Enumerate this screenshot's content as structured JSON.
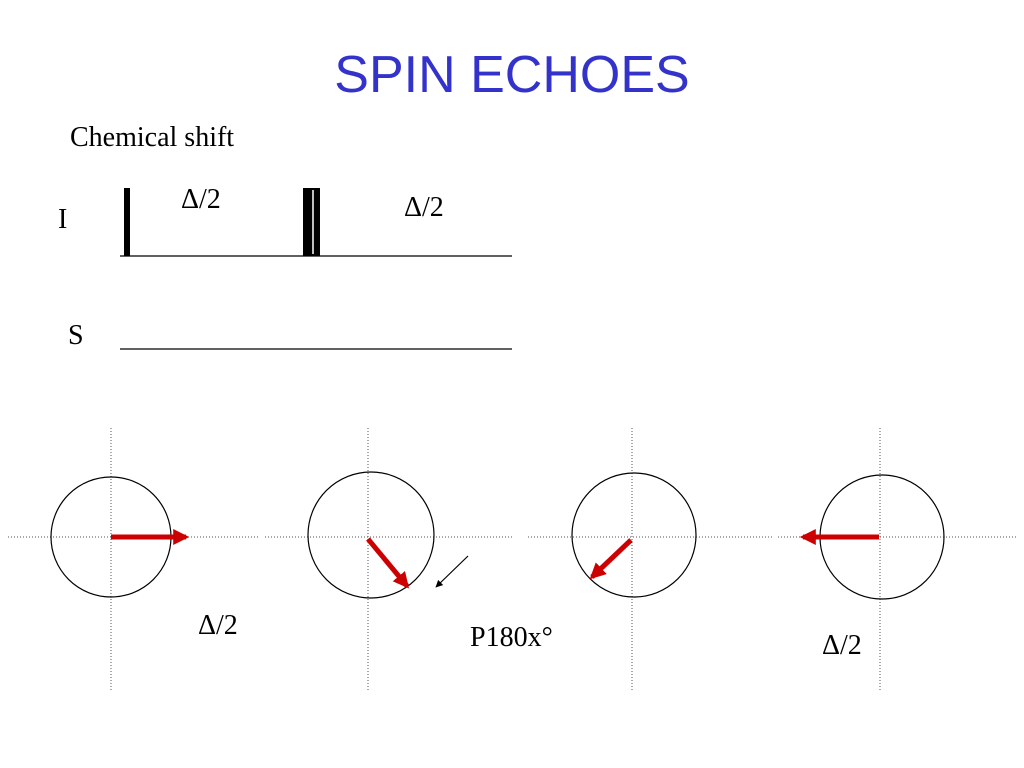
{
  "title": "SPIN ECHOES",
  "subtitle": "Chemical shift",
  "channels": {
    "i_label": "I",
    "s_label": "S"
  },
  "sequence": {
    "delay_1": "Δ/2",
    "delay_2": "Δ/2"
  },
  "stages": {
    "label_1": "Δ/2",
    "label_2": "P180x°",
    "label_3": "Δ/2"
  },
  "colors": {
    "title": "#3333cc",
    "vector": "#cc0000",
    "line": "#000000"
  }
}
